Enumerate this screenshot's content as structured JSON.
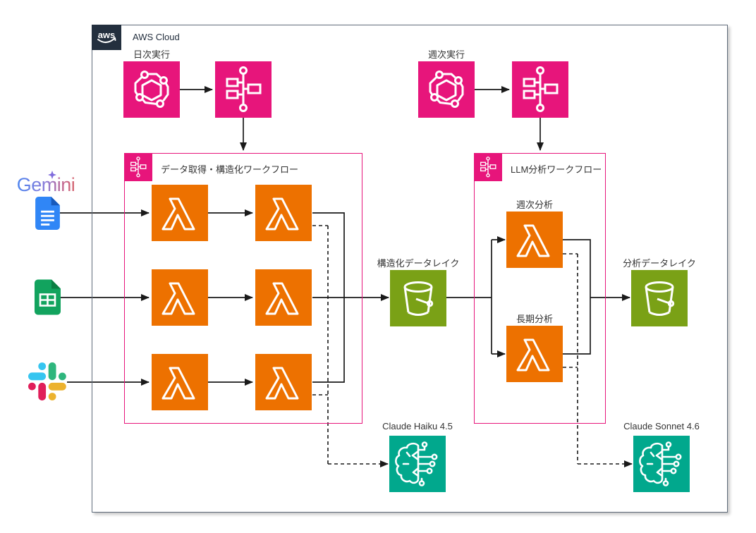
{
  "aws_cloud": {
    "logo_text": "aws",
    "label": "AWS Cloud"
  },
  "triggers": {
    "daily": {
      "label": "日次実行",
      "icons": [
        "eventbridge-scheduler",
        "step-functions"
      ]
    },
    "weekly": {
      "label": "週次実行",
      "icons": [
        "eventbridge-scheduler",
        "step-functions"
      ]
    }
  },
  "workflows": {
    "ingest": {
      "title": "データ取得・構造化ワークフロー",
      "lambda_count": 6
    },
    "llm": {
      "title": "LLM分析ワークフロー",
      "lambdas": {
        "weekly": "週次分析",
        "longterm": "長期分析"
      }
    }
  },
  "datalakes": {
    "structured": "構造化データレイク",
    "analysis": "分析データレイク"
  },
  "models": {
    "haiku": "Claude Haiku 4.5",
    "sonnet": "Claude Sonnet 4.6"
  },
  "sources": {
    "gemini_label": "Gemini",
    "items": [
      "gemini",
      "google-docs",
      "google-sheets",
      "slack"
    ]
  },
  "colors": {
    "scheduler_pink": "#E7157B",
    "lambda_orange": "#ED7100",
    "s3_green": "#7AA116",
    "bedrock_teal": "#01A88D",
    "aws_dark": "#232F3E",
    "connector_black": "#1a1a1a",
    "google_docs_blue": "#3086F6",
    "google_docs_fold": "#185ABC",
    "google_sheets_green": "#12A35E",
    "google_sheets_fold": "#0B7E43",
    "slack_blue": "#36C5F0",
    "slack_green": "#2EB67D",
    "slack_yellow": "#ECB22E",
    "slack_red": "#E01E5A",
    "gemini_gradient_start": "#4E86F0",
    "gemini_gradient_end": "#D6656E"
  }
}
